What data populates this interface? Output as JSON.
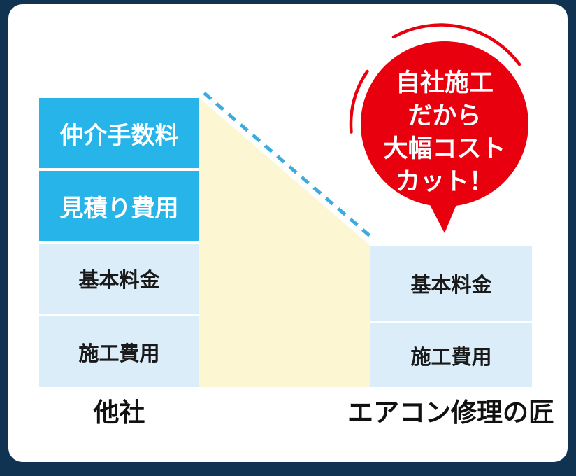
{
  "colors": {
    "frame_navy": "#0f3351",
    "panel_white": "#ffffff",
    "segment_cyan": "#27b4e8",
    "segment_light_blue": "#dbedf8",
    "savings_cream": "#fdf6d2",
    "badge_red": "#e8000f",
    "dash_blue": "#3dabdf",
    "label_dark": "#111111"
  },
  "badge": {
    "lines": [
      "自社施工",
      "だから",
      "大幅コスト",
      "カット！"
    ]
  },
  "left_bar": {
    "label": "他社",
    "segments": [
      {
        "label": "仲介手数料",
        "emphasis": true
      },
      {
        "label": "見積り費用",
        "emphasis": true
      },
      {
        "label": "基本料金",
        "emphasis": false
      },
      {
        "label": "施工費用",
        "emphasis": false
      }
    ]
  },
  "right_bar": {
    "label": "エアコン修理の匠",
    "segments": [
      {
        "label": "基本料金",
        "emphasis": false
      },
      {
        "label": "施工費用",
        "emphasis": false
      }
    ]
  }
}
